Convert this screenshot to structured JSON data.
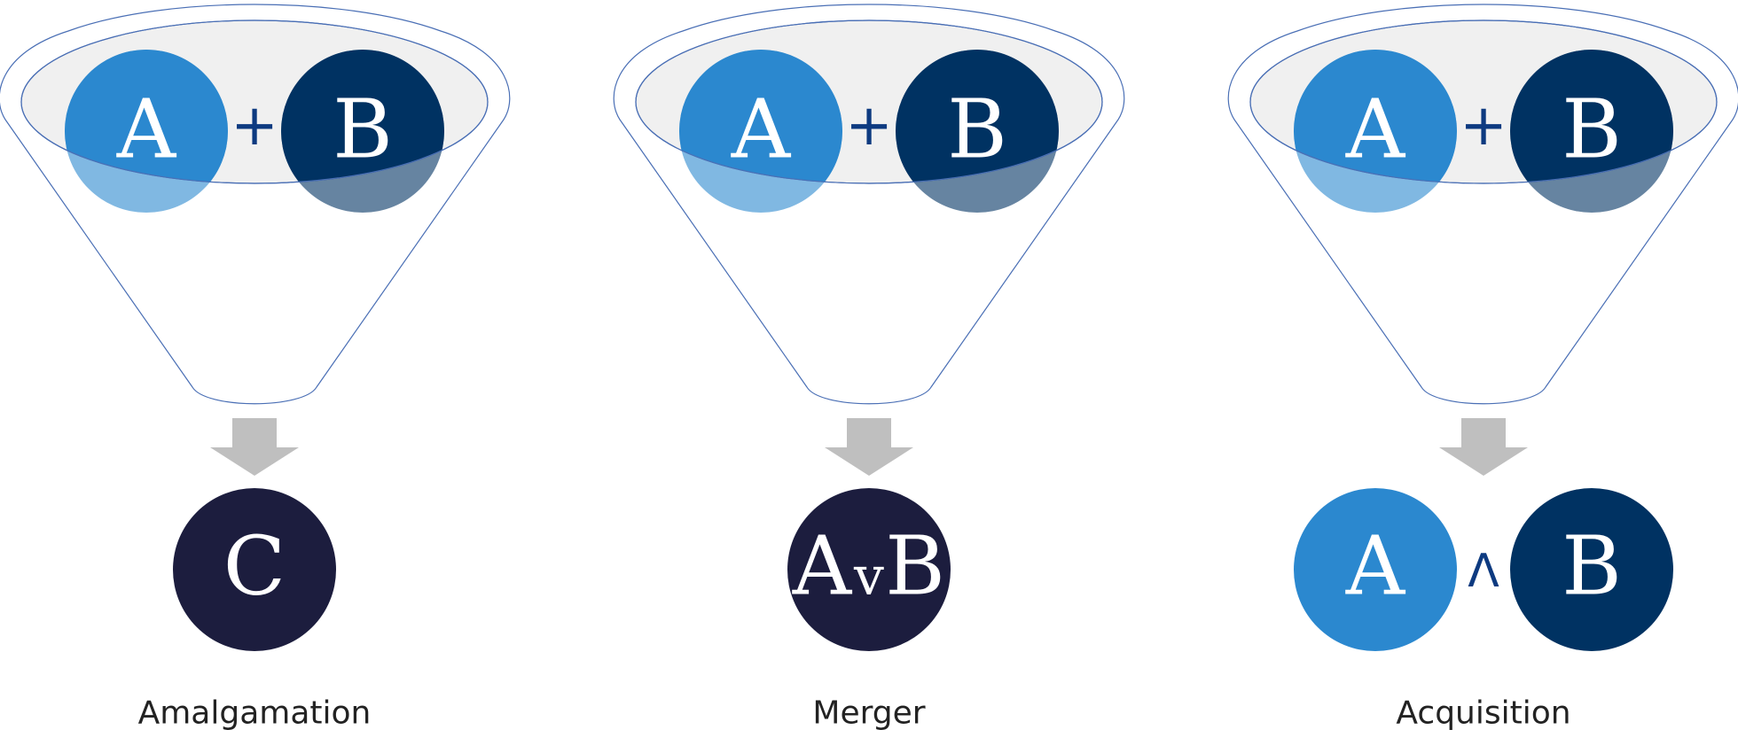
{
  "colors": {
    "company_a": "#2b88cf",
    "company_b": "#003262",
    "result": "#1c1d3e",
    "operator": "#0d3a80",
    "arrow": "#bfbfbf"
  },
  "panels": [
    {
      "id": "amalgamation",
      "inputs": [
        "A",
        "B"
      ],
      "input_operator": "+",
      "result_type": "new_company",
      "result_label": "C",
      "caption": "Amalgamation"
    },
    {
      "id": "merger",
      "inputs": [
        "A",
        "B"
      ],
      "input_operator": "+",
      "result_type": "merged",
      "result_left": "A",
      "result_operator": "v",
      "result_right": "B",
      "caption": "Merger"
    },
    {
      "id": "acquisition",
      "inputs": [
        "A",
        "B"
      ],
      "input_operator": "+",
      "result_type": "pair",
      "result_left": "A",
      "result_operator": "Λ",
      "result_right": "B",
      "caption": "Acquisition"
    }
  ]
}
